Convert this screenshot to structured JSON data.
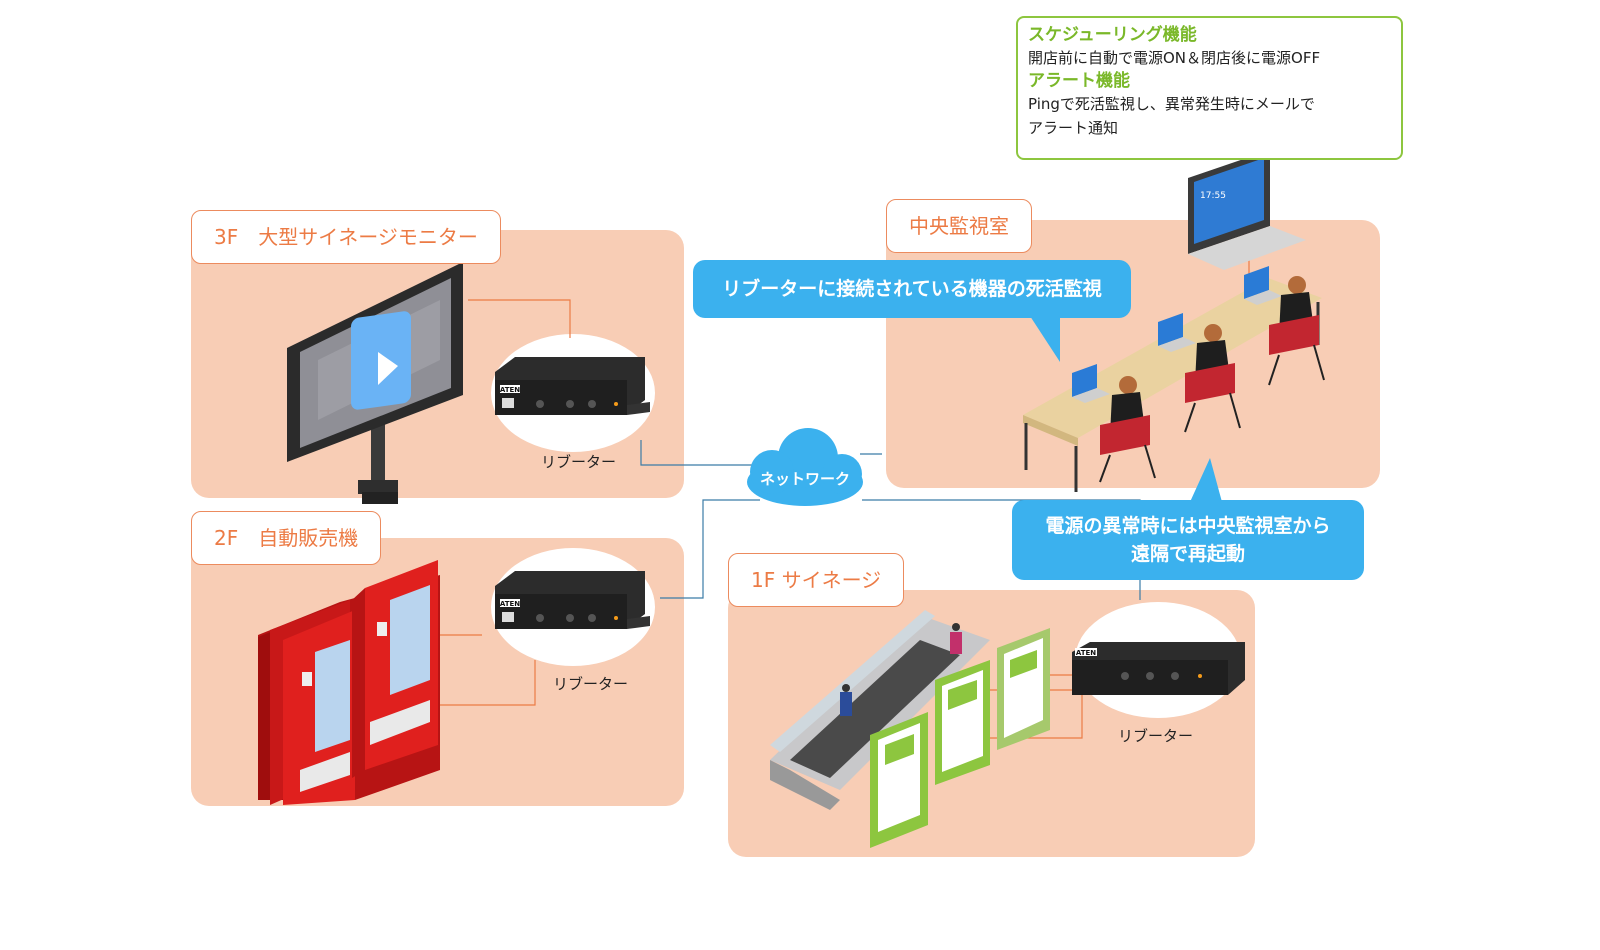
{
  "zones": {
    "floor3": {
      "label": "3F　大型サイネージモニター",
      "device_caption": "リブーター"
    },
    "floor2": {
      "label": "2F　自動販売機",
      "device_caption": "リブーター"
    },
    "floor1": {
      "label": "1F サイネージ",
      "device_caption": "リブーター"
    },
    "control_room": {
      "label": "中央監視室"
    }
  },
  "network": {
    "label": "ネットワーク"
  },
  "bubbles": {
    "monitoring": "リブーターに接続されている機器の死活監視",
    "reboot_line1": "電源の異常時には中央監視室から",
    "reboot_line2": "遠隔で再起動"
  },
  "info_box": {
    "scheduling_title": "スケジューリング機能",
    "scheduling_text": "開店前に自動で電源ON＆閉店後に電源OFF",
    "alert_title": "アラート機能",
    "alert_text_line1": "Pingで死活監視し、異常発生時にメールで",
    "alert_text_line2": "アラート通知"
  },
  "device_brand": "ATEN",
  "laptop_clock": "17:55",
  "colors": {
    "zone_fill": "#f8cdb5",
    "label_border": "#ec8b5e",
    "label_text": "#ec7b45",
    "bubble_blue": "#3bb1ee",
    "info_green": "#8dc63f",
    "vending_red": "#e0201e",
    "signage_green": "#8dc63f"
  },
  "icons": [
    "play-icon",
    "cloud-icon",
    "laptop-icon",
    "reboot-device-icon",
    "vending-machine-icon",
    "escalator-icon",
    "operator-icon"
  ]
}
